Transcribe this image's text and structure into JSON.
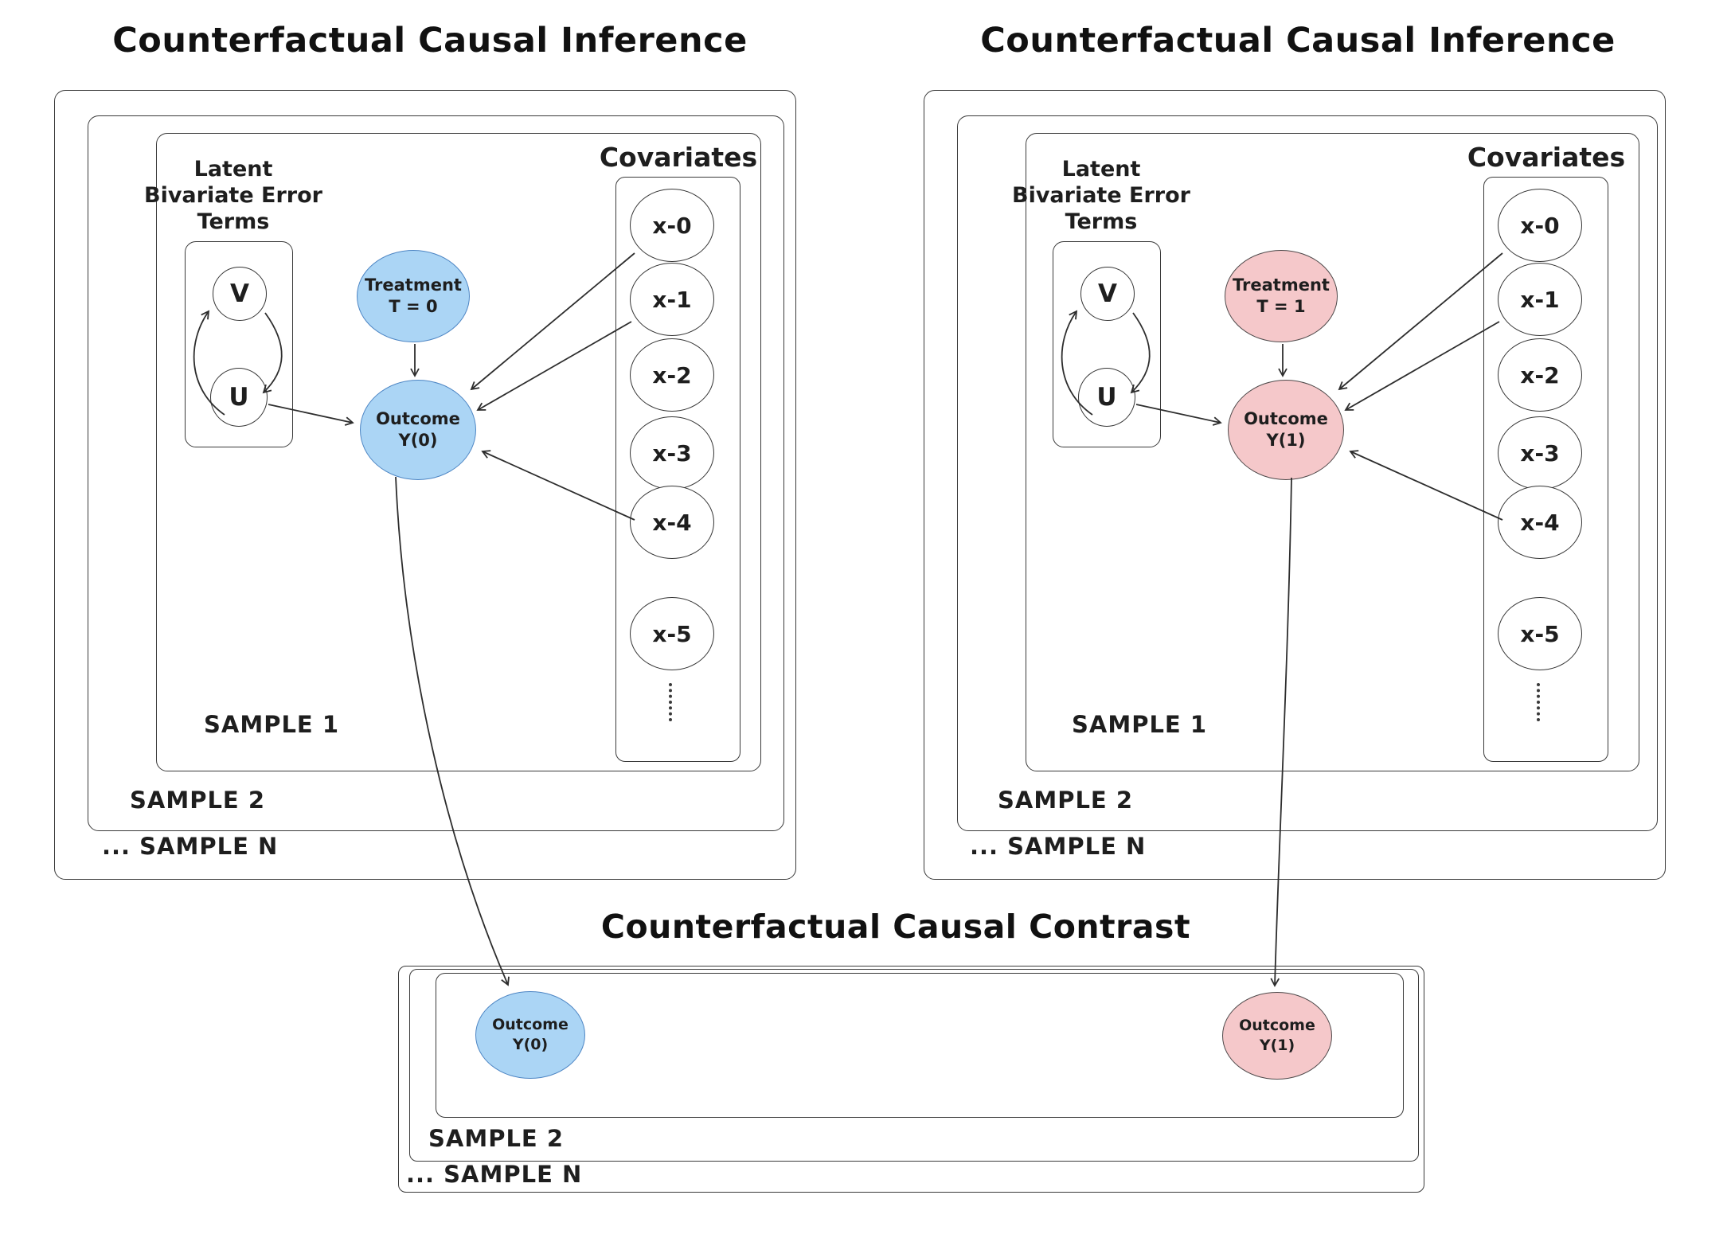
{
  "titles": {
    "left": "Counterfactual Causal Inference",
    "right": "Counterfactual Causal Inference",
    "contrast": "Counterfactual Causal Contrast"
  },
  "panels": {
    "left": {
      "latent_lines": [
        "Latent",
        "Bivariate Error",
        "Terms"
      ],
      "v_label": "V",
      "u_label": "U",
      "treatment_line1": "Treatment",
      "treatment_line2": "T = 0",
      "outcome_line1": "Outcome",
      "outcome_line2": "Y(0)",
      "covariates_label": "Covariates",
      "covariates": [
        "x-0",
        "x-1",
        "x-2",
        "x-3",
        "x-4",
        "x-5"
      ],
      "sample1": "SAMPLE 1",
      "sample2": "SAMPLE 2",
      "sampleN": "... SAMPLE N"
    },
    "right": {
      "latent_lines": [
        "Latent",
        "Bivariate Error",
        "Terms"
      ],
      "v_label": "V",
      "u_label": "U",
      "treatment_line1": "Treatment",
      "treatment_line2": "T = 1",
      "outcome_line1": "Outcome",
      "outcome_line2": "Y(1)",
      "covariates_label": "Covariates",
      "covariates": [
        "x-0",
        "x-1",
        "x-2",
        "x-3",
        "x-4",
        "x-5"
      ],
      "sample1": "SAMPLE 1",
      "sample2": "SAMPLE 2",
      "sampleN": "... SAMPLE N"
    }
  },
  "contrast": {
    "outcome_left_line1": "Outcome",
    "outcome_left_line2": "Y(0)",
    "outcome_right_line1": "Outcome",
    "outcome_right_line2": "Y(1)",
    "sample2": "SAMPLE 2",
    "sampleN": "... SAMPLE N"
  },
  "colors": {
    "control_fill": "#ABD5F5",
    "control_stroke": "#4E86C4",
    "treated_fill": "#F5C8CA",
    "treated_stroke": "#4F4A4B",
    "line": "#2D2D2D",
    "text": "#1E1E1E"
  }
}
